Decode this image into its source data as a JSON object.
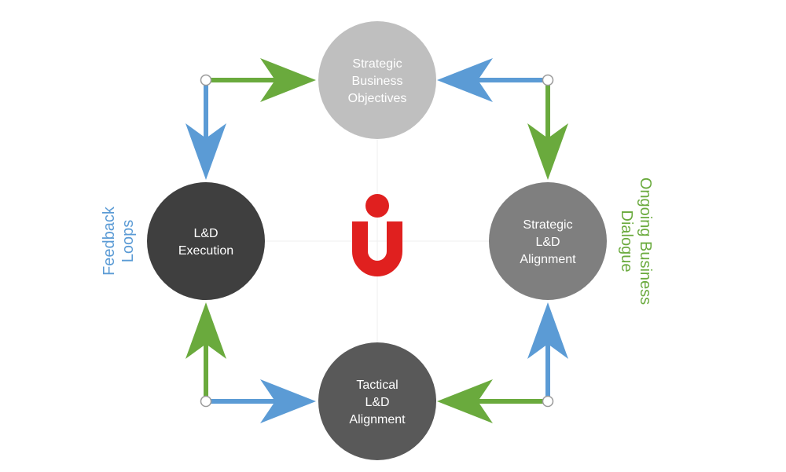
{
  "colors": {
    "green": "#6aaa3d",
    "blue": "#5b9bd5",
    "logo_red": "#e0201f",
    "node_strategic_objectives": "#bfbfbf",
    "node_strategic_alignment": "#7f7f7f",
    "node_tactical_alignment": "#595959",
    "node_execution": "#3f3f3f",
    "crosshair": "#efefef"
  },
  "nodes": {
    "strategic_objectives": {
      "line1": "Strategic",
      "line2": "Business",
      "line3": "Objectives"
    },
    "strategic_alignment": {
      "line1": "Strategic",
      "line2": "L&D",
      "line3": "Alignment"
    },
    "tactical_alignment": {
      "line1": "Tactical",
      "line2": "L&D",
      "line3": "Alignment"
    },
    "execution": {
      "line1": "L&D",
      "line2": "Execution"
    }
  },
  "side_labels": {
    "feedback": {
      "line1": "Feedback",
      "line2": "Loops"
    },
    "dialogue": {
      "line1": "Ongoing Business",
      "line2": "Dialogue"
    }
  },
  "logo": {
    "icon": "u-person-logo-icon"
  },
  "connectors": {
    "icon": "junction-dot-icon"
  }
}
